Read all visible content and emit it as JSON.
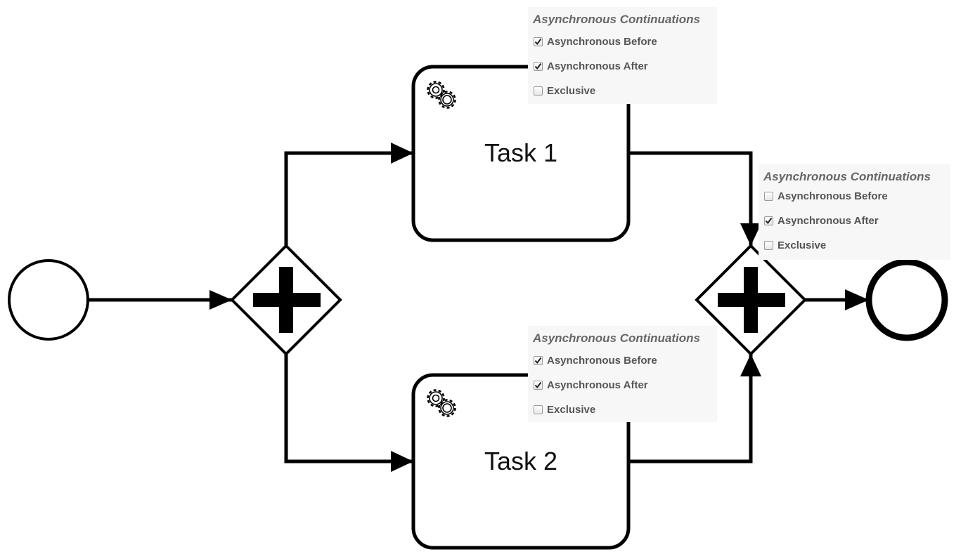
{
  "diagram": {
    "tasks": [
      {
        "id": "task1",
        "label": "Task 1",
        "type": "service-task",
        "icon": "gear-icon"
      },
      {
        "id": "task2",
        "label": "Task 2",
        "type": "service-task",
        "icon": "gear-icon"
      }
    ],
    "events": [
      {
        "id": "start",
        "type": "start-event"
      },
      {
        "id": "end",
        "type": "end-event"
      }
    ],
    "gateways": [
      {
        "id": "split",
        "type": "parallel-gateway"
      },
      {
        "id": "join",
        "type": "parallel-gateway"
      }
    ]
  },
  "panels": {
    "task1": {
      "title": "Asynchronous Continuations",
      "options": [
        {
          "label": "Asynchronous Before",
          "checked": true
        },
        {
          "label": "Asynchronous After",
          "checked": true
        },
        {
          "label": "Exclusive",
          "checked": false
        }
      ]
    },
    "join": {
      "title": "Asynchronous Continuations",
      "options": [
        {
          "label": "Asynchronous Before",
          "checked": false
        },
        {
          "label": "Asynchronous After",
          "checked": true
        },
        {
          "label": "Exclusive",
          "checked": false
        }
      ]
    },
    "task2": {
      "title": "Asynchronous Continuations",
      "options": [
        {
          "label": "Asynchronous Before",
          "checked": true
        },
        {
          "label": "Asynchronous After",
          "checked": true
        },
        {
          "label": "Exclusive",
          "checked": false
        }
      ]
    }
  }
}
